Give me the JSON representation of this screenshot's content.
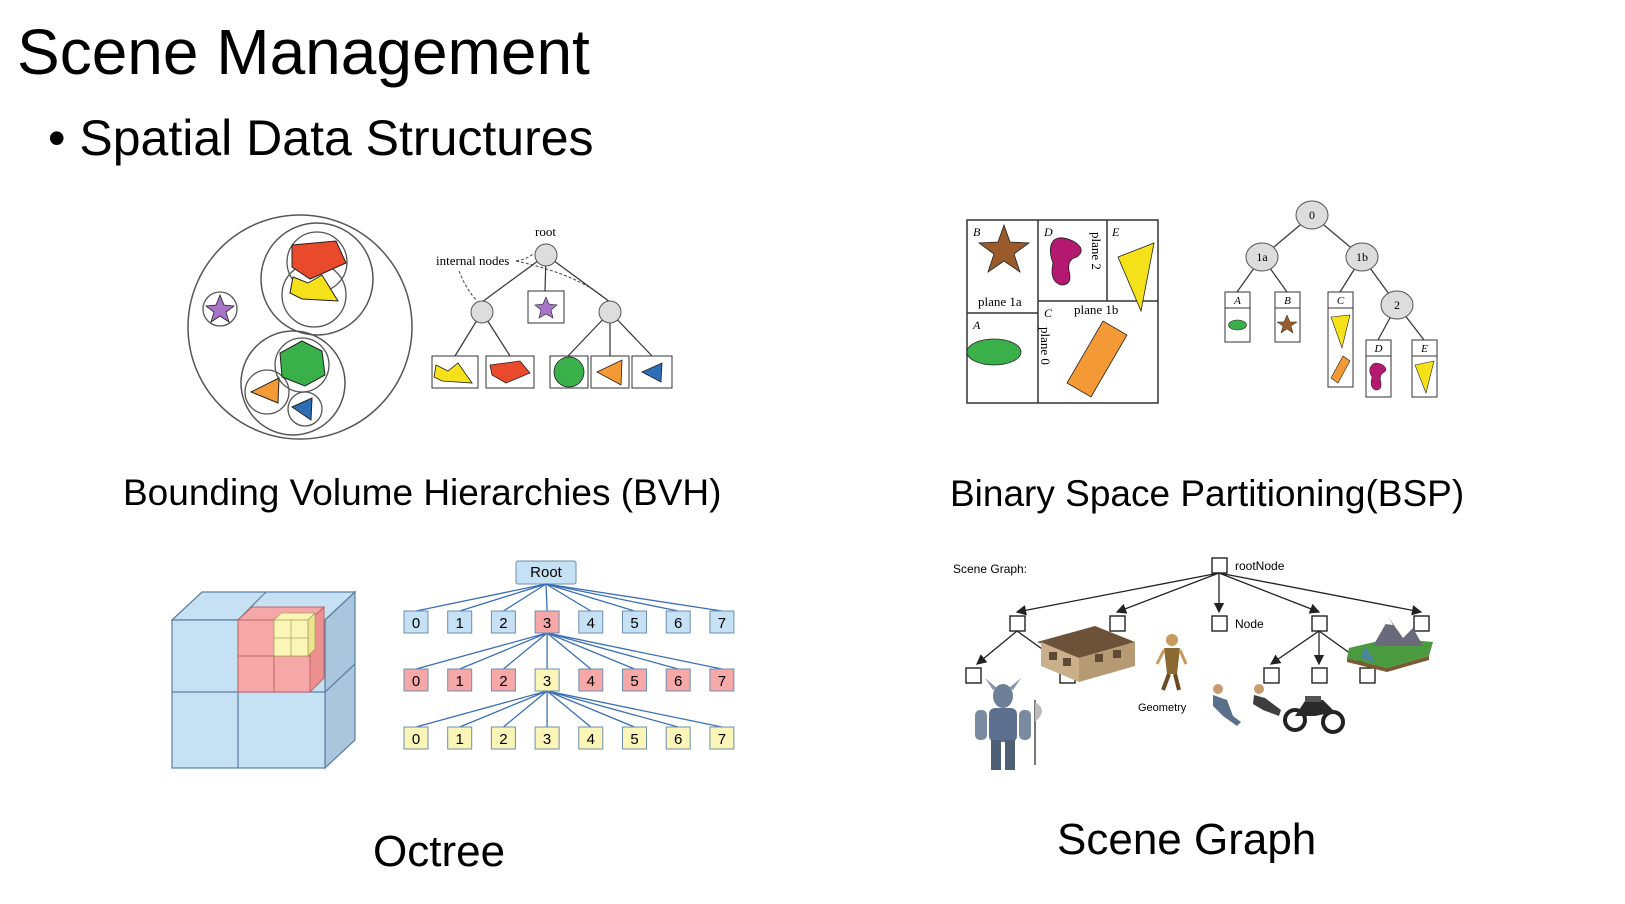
{
  "slide": {
    "title": "Scene Management",
    "bullet": "• Spatial Data Structures"
  },
  "bvh": {
    "caption": "Bounding Volume Hierarchies (BVH)",
    "label_root": "root",
    "label_internal": "internal nodes"
  },
  "bsp": {
    "caption": "Binary Space Partitioning(BSP)",
    "regions": [
      "A",
      "B",
      "C",
      "D",
      "E"
    ],
    "planes": [
      "plane 0",
      "plane 1a",
      "plane 1b",
      "plane 2"
    ],
    "tree_nodes": [
      "0",
      "1a",
      "1b",
      "2"
    ]
  },
  "octree": {
    "caption": "Octree",
    "root_label": "Root",
    "level_labels": [
      "0",
      "1",
      "2",
      "3",
      "4",
      "5",
      "6",
      "7"
    ]
  },
  "scene_graph": {
    "caption": "Scene Graph",
    "header": "Scene Graph:",
    "root_label": "rootNode",
    "node_label": "Node",
    "geometry_label": "Geometry"
  },
  "colors": {
    "red": "#e94a2c",
    "yellow": "#f5e11a",
    "green": "#3ab04a",
    "orange": "#f39a36",
    "blue": "#2f6db5",
    "purple": "#a774c7",
    "brown": "#9a5a2a",
    "magenta": "#b3196f",
    "octree_blue": "#c6e0f4",
    "octree_red": "#f6a7a7",
    "octree_yellow": "#fbf6b8"
  }
}
